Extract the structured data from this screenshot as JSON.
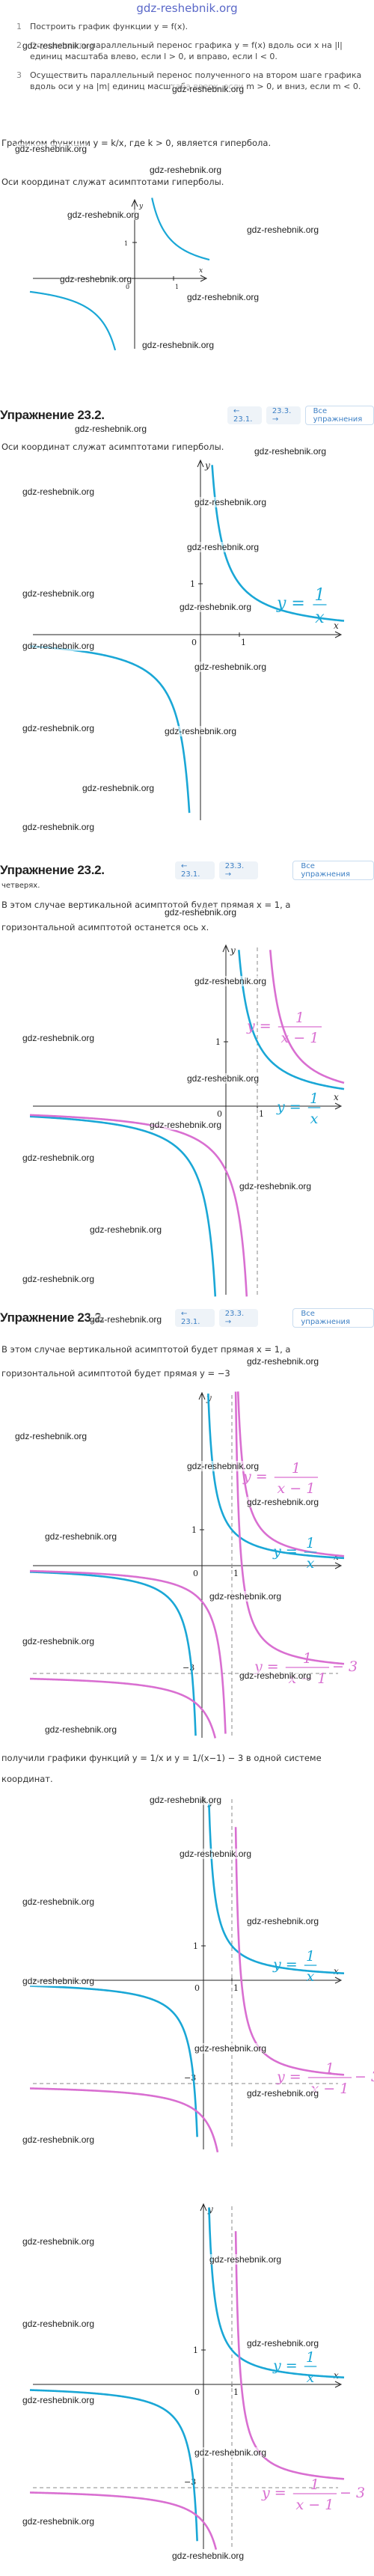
{
  "site_title": "gdz-reshebnik.org",
  "watermark": "gdz-reshebnik.org",
  "steps": [
    {
      "num": "1",
      "text": "Построить график функции y = f(x)."
    },
    {
      "num": "2",
      "text": "Осуществить параллельный перенос графика y = f(x) вдоль оси x на |l| единиц масштаба влево, если l > 0, и вправо, если l < 0."
    },
    {
      "num": "3",
      "text": "Осуществить параллельный перенос полученного на втором шаге графика вдоль оси y на |m| единиц масштаба вверх, если m > 0, и вниз, если m < 0."
    }
  ],
  "hyperbola_text": "Графиком функции y = k/x, где k > 0, является гипербола.",
  "asymptote_text": "Оси координат служат асимптотами гиперболы.",
  "sections": [
    {
      "title": "Упражнение 23.2.",
      "prev": "← 23.1.",
      "next": "23.3. →",
      "all": "Все упражнения"
    },
    {
      "title": "Упражнение 23.2.",
      "prev": "← 23.1.",
      "next": "23.3. →",
      "all": "Все упражнения"
    },
    {
      "title": "Упражнение 23.2.",
      "prev": "← 23.1.",
      "next": "23.3. →",
      "all": "Все упражнения"
    }
  ],
  "text_s1": "Оси координат служат асимптотами гиперболы.",
  "text_s2a": "четверях.",
  "text_s2b": "В этом случае вертикальной асимптотой будет прямая x = 1, а",
  "text_s2c": "горизонтальной асимптотой останется ось x.",
  "text_s3b": "В этом случае вертикальной асимптотой будет прямая x = 1, а",
  "text_s3c": "горизонтальной асимптотой будет прямая y = −3",
  "text_final_a": "получили графики функций y = 1/x и y = 1/(x−1) − 3 в одной системе",
  "text_final_b": "координат.",
  "labels": {
    "x": "x",
    "y": "y",
    "origin": "0",
    "one": "1",
    "minus_three": "−3",
    "f1": "y = 1/x",
    "f2": "y = 1/(x−1)",
    "f3": "y = 1/(x−1) − 3"
  },
  "colors": {
    "blue": "#1aa7d6",
    "pink": "#d96fd1",
    "accent": "#3c7fc4",
    "gray": "#888888"
  },
  "chart_data": [
    {
      "type": "line",
      "series": [
        {
          "name": "y = 1/x",
          "function": "1/x"
        }
      ]
    },
    {
      "type": "line",
      "series": [
        {
          "name": "y = 1/x",
          "function": "1/x"
        }
      ]
    },
    {
      "type": "line",
      "series": [
        {
          "name": "y = 1/x",
          "function": "1/x"
        },
        {
          "name": "y = 1/(x−1)",
          "function": "1/(x-1)"
        }
      ]
    },
    {
      "type": "line",
      "series": [
        {
          "name": "y = 1/x",
          "function": "1/x"
        },
        {
          "name": "y = 1/(x−1)",
          "function": "1/(x-1)"
        },
        {
          "name": "y = 1/(x−1) − 3",
          "function": "1/(x-1)-3"
        }
      ]
    },
    {
      "type": "line",
      "series": [
        {
          "name": "y = 1/x",
          "function": "1/x"
        },
        {
          "name": "y = 1/(x−1) − 3",
          "function": "1/(x-1)-3"
        }
      ]
    },
    {
      "type": "line",
      "series": [
        {
          "name": "y = 1/x",
          "function": "1/x"
        },
        {
          "name": "y = 1/(x−1) − 3",
          "function": "1/(x-1)-3"
        }
      ]
    }
  ]
}
